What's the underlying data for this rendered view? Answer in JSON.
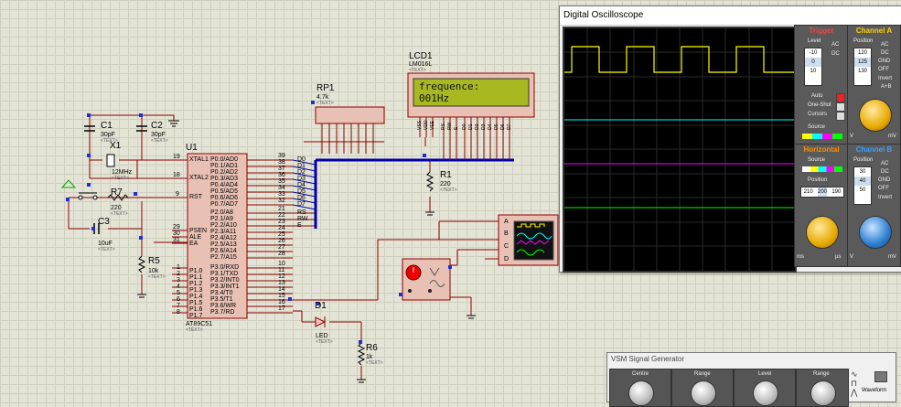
{
  "schematic": {
    "u1": {
      "ref": "U1",
      "part": "AT89C51",
      "text": "<TEXT>",
      "left_pins": [
        {
          "num": "19",
          "name": "XTAL1"
        },
        {
          "num": "18",
          "name": "XTAL2"
        },
        {
          "num": "9",
          "name": "RST"
        },
        {
          "num": "29",
          "name": "PSEN"
        },
        {
          "num": "30",
          "name": "ALE"
        },
        {
          "num": "31",
          "name": "EA"
        },
        {
          "num": "1",
          "name": "P1.0"
        },
        {
          "num": "2",
          "name": "P1.1"
        },
        {
          "num": "3",
          "name": "P1.2"
        },
        {
          "num": "4",
          "name": "P1.3"
        },
        {
          "num": "5",
          "name": "P1.4"
        },
        {
          "num": "6",
          "name": "P1.5"
        },
        {
          "num": "7",
          "name": "P1.6"
        },
        {
          "num": "8",
          "name": "P1.7"
        }
      ],
      "right_pins": [
        {
          "num": "39",
          "name": "P0.0/AD0",
          "net": "D0"
        },
        {
          "num": "38",
          "name": "P0.1/AD1",
          "net": "D1"
        },
        {
          "num": "37",
          "name": "P0.2/AD2",
          "net": "D2"
        },
        {
          "num": "36",
          "name": "P0.3/AD3",
          "net": "D3"
        },
        {
          "num": "35",
          "name": "P0.4/AD4",
          "net": "D4"
        },
        {
          "num": "34",
          "name": "P0.5/AD5",
          "net": "D5"
        },
        {
          "num": "33",
          "name": "P0.6/AD6",
          "net": "D6"
        },
        {
          "num": "32",
          "name": "P0.7/AD7",
          "net": "D7"
        },
        {
          "num": "21",
          "name": "P2.0/A8",
          "net": "RS"
        },
        {
          "num": "22",
          "name": "P2.1/A9",
          "net": "RW"
        },
        {
          "num": "23",
          "name": "P2.2/A10",
          "net": "E"
        },
        {
          "num": "24",
          "name": "P2.3/A11",
          "net": ""
        },
        {
          "num": "25",
          "name": "P2.4/A12",
          "net": ""
        },
        {
          "num": "26",
          "name": "P2.5/A13",
          "net": ""
        },
        {
          "num": "27",
          "name": "P2.6/A14",
          "net": ""
        },
        {
          "num": "28",
          "name": "P2.7/A15",
          "net": ""
        },
        {
          "num": "10",
          "name": "P3.0/RXD",
          "net": ""
        },
        {
          "num": "11",
          "name": "P3.1/TXD",
          "net": ""
        },
        {
          "num": "12",
          "name": "P3.2/INT0",
          "net": ""
        },
        {
          "num": "13",
          "name": "P3.3/INT1",
          "net": ""
        },
        {
          "num": "14",
          "name": "P3.4/T0",
          "net": ""
        },
        {
          "num": "15",
          "name": "P3.5/T1",
          "net": ""
        },
        {
          "num": "16",
          "name": "P3.6/WR",
          "net": ""
        },
        {
          "num": "17",
          "name": "P3.7/RD",
          "net": ""
        }
      ]
    },
    "c1": {
      "ref": "C1",
      "value": "30pF",
      "text": "<TEXT>"
    },
    "c2": {
      "ref": "C2",
      "value": "30pF",
      "text": "<TEXT>"
    },
    "x1": {
      "ref": "X1",
      "value": "12MHz",
      "text": "<TEXT>"
    },
    "r7": {
      "ref": "R7",
      "value": "220",
      "text": "<TEXT>"
    },
    "c3": {
      "ref": "C3",
      "value": "10uF",
      "text": "<TEXT>"
    },
    "r5": {
      "ref": "R5",
      "value": "10k",
      "text": "<TEXT>"
    },
    "rp1": {
      "ref": "RP1",
      "value": "4.7k",
      "text": "<TEXT>"
    },
    "lcd1": {
      "ref": "LCD1",
      "part": "LM016L",
      "text": "<TEXT>",
      "line1": "frequence:",
      "line2": "001Hz",
      "pins": [
        "VSS",
        "VDD",
        "VEE",
        "RS",
        "RW",
        "E",
        "D0",
        "D1",
        "D2",
        "D3",
        "D4",
        "D5",
        "D6",
        "D7"
      ]
    },
    "r1": {
      "ref": "R1",
      "value": "220",
      "text": "<TEXT>"
    },
    "d1": {
      "ref": "D1",
      "value": "LED",
      "text": "<TEXT>"
    },
    "r6": {
      "ref": "R6",
      "value": "1k",
      "text": "<TEXT>"
    },
    "scope_inputs": [
      "A",
      "B",
      "C",
      "D"
    ]
  },
  "oscilloscope": {
    "title": "Digital Oscilloscope",
    "trigger": {
      "title": "Trigger",
      "level_label": "Level",
      "level_values": [
        "-10",
        "0",
        "10"
      ],
      "coupling": [
        "AC",
        "DC"
      ],
      "modes": [
        "Auto",
        "One-Shot",
        "Cursors"
      ],
      "source_label": "Source"
    },
    "channel_a": {
      "title": "Channel A",
      "position_label": "Position",
      "position_values": [
        "120",
        "125",
        "130"
      ],
      "coupling": [
        "AC",
        "DC",
        "GND",
        "OFF"
      ],
      "invert": "Invert",
      "ab": "A+B",
      "units": [
        "V",
        "mV"
      ]
    },
    "horizontal": {
      "title": "Horizontal",
      "source_label": "Source",
      "position_label": "Position",
      "position_values": [
        "210",
        "200",
        "190"
      ],
      "units": [
        "ms",
        "µs"
      ]
    },
    "channel_b": {
      "title": "Channel B",
      "position_label": "Position",
      "position_values": [
        "30",
        "40",
        "50"
      ],
      "coupling": [
        "AC",
        "DC",
        "GND",
        "OFF"
      ],
      "invert": "Invert",
      "units": [
        "V",
        "mV"
      ]
    }
  },
  "signal_generator": {
    "title": "VSM Signal Generator",
    "knobs": [
      "Centre",
      "Range",
      "Level",
      "Range"
    ],
    "waveform_label": "Waveform"
  },
  "colors": {
    "wire": "#8b0000",
    "bus": "#0000aa",
    "trace_a": "#ffff00",
    "trace_b": "#00ffff",
    "trace_c": "#ff00ff",
    "trace_d": "#00ff00",
    "lcd_bg": "#a8b820"
  }
}
